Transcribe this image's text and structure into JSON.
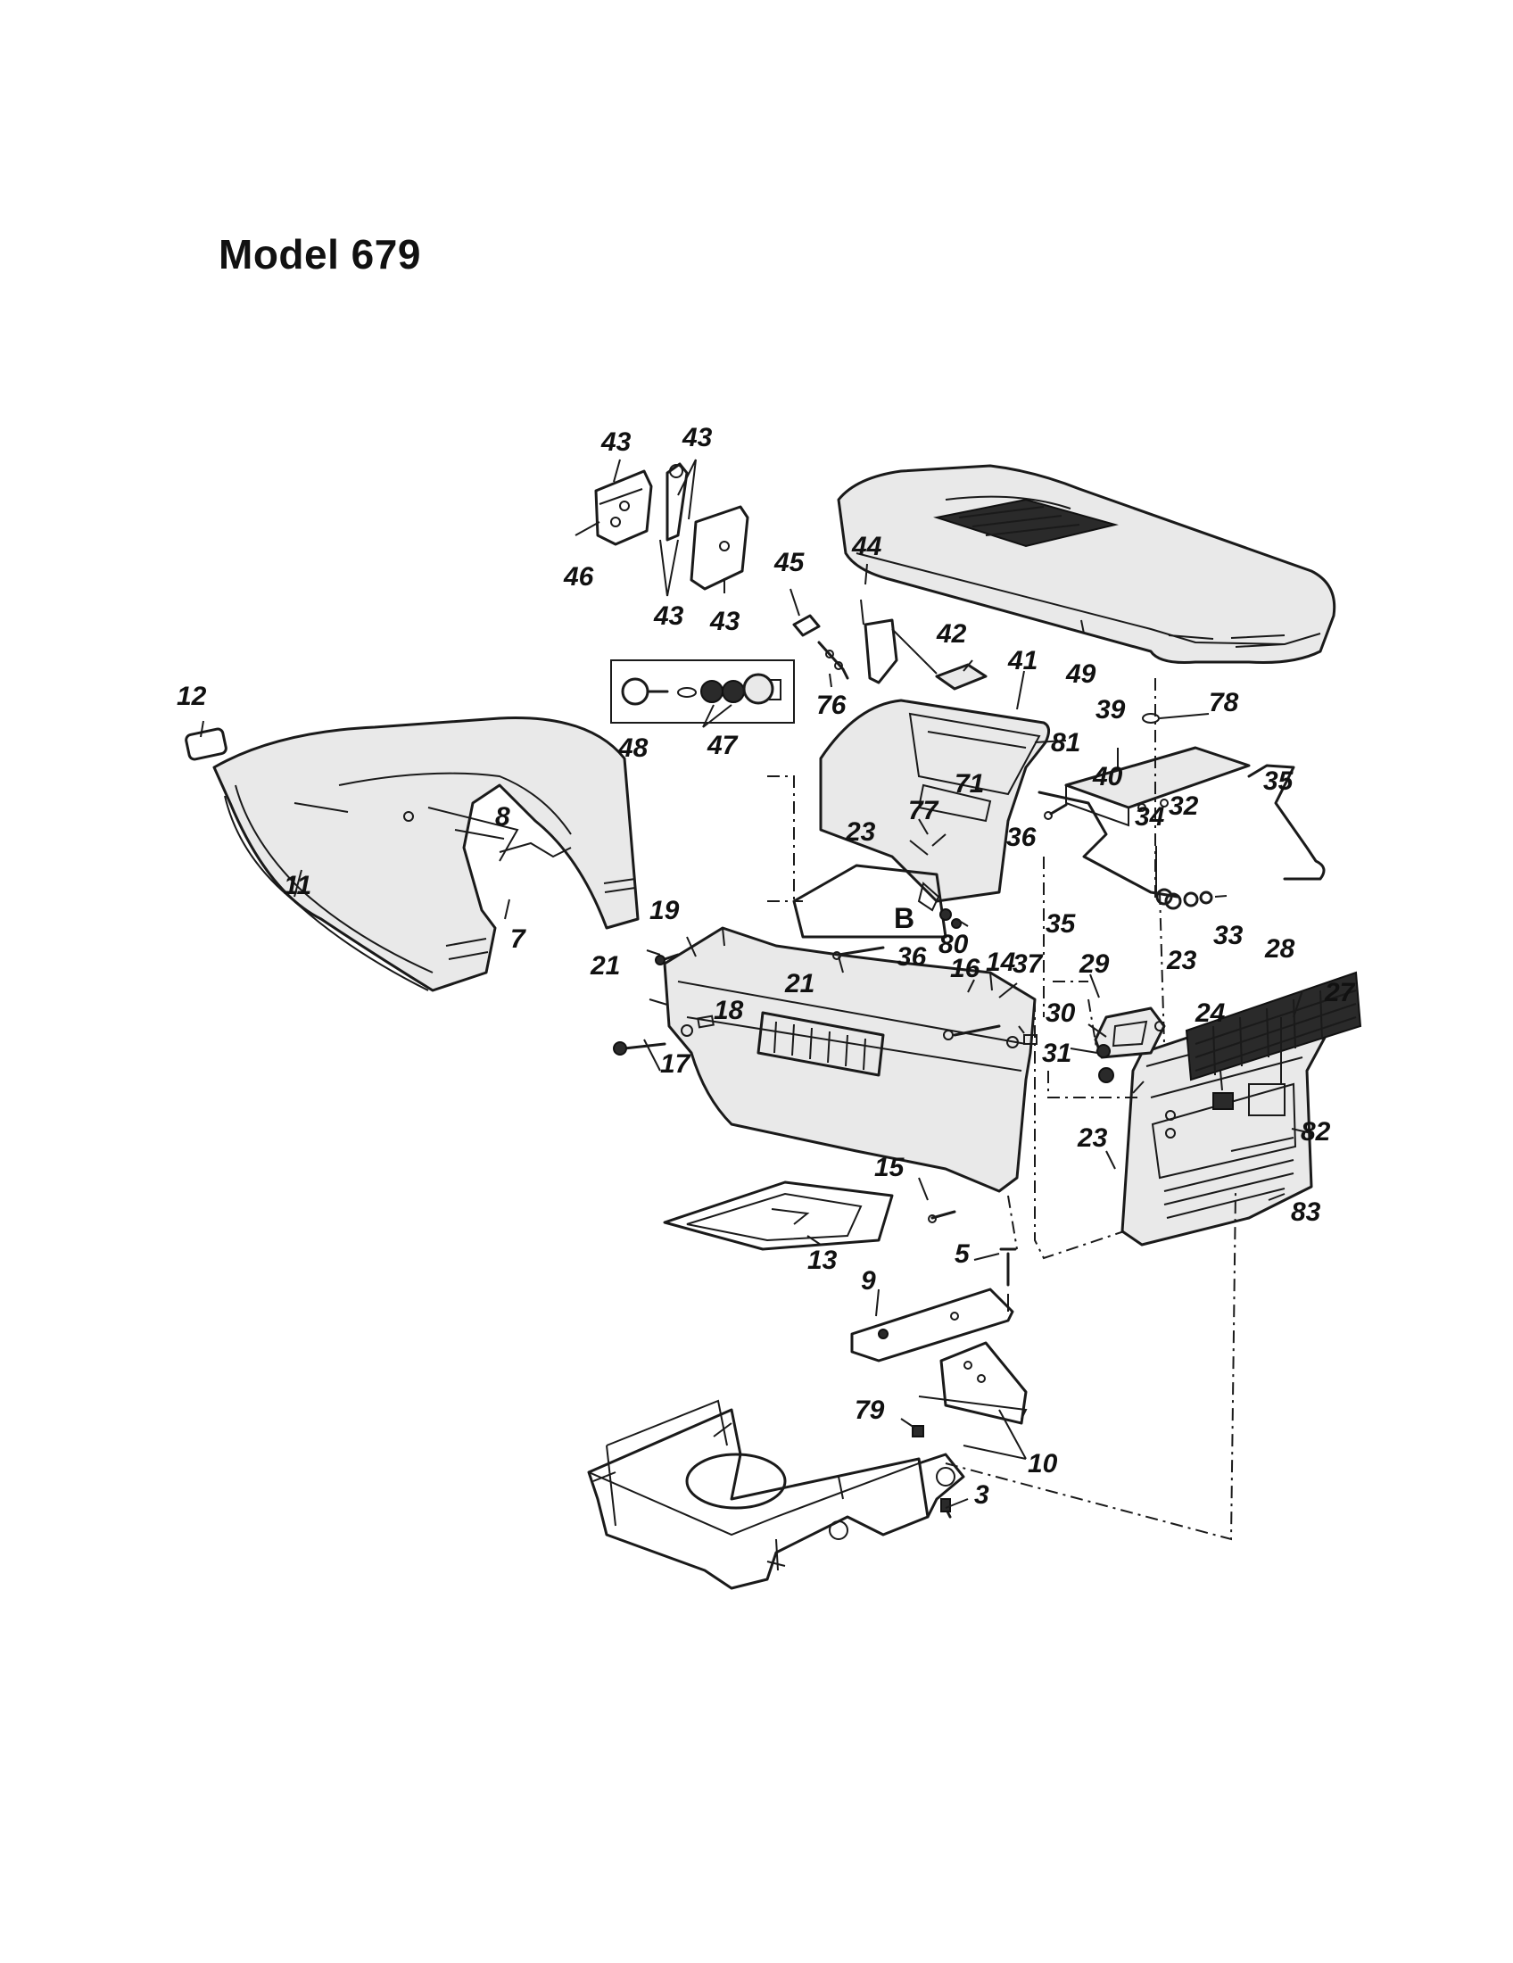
{
  "title": "Model 679",
  "callouts": {
    "c43a": "43",
    "c43b": "43",
    "c43c": "43",
    "c43d": "43",
    "c46": "46",
    "c45": "45",
    "c44": "44",
    "c42": "42",
    "c49": "49",
    "c41": "41",
    "c76": "76",
    "c48": "48",
    "c47": "47",
    "c81": "81",
    "c78": "78",
    "c39": "39",
    "c35a": "35",
    "c35b": "35",
    "c36a": "36",
    "c36b": "36",
    "c40": "40",
    "c34": "34",
    "c32": "32",
    "c33": "33",
    "c77": "77",
    "c71": "71",
    "c23a": "23",
    "c23b": "23",
    "c23c": "23",
    "cB": "B",
    "c80": "80",
    "c12": "12",
    "c8": "8",
    "c11": "11",
    "c7": "7",
    "c19": "19",
    "c21a": "21",
    "c21b": "21",
    "c16": "16",
    "c14": "14",
    "c37": "37",
    "c29": "29",
    "c28": "28",
    "c27": "27",
    "c30": "30",
    "c31": "31",
    "c24": "24",
    "c18": "18",
    "c17": "17",
    "c82": "82",
    "c83": "83",
    "c15": "15",
    "c13": "13",
    "c5": "5",
    "c9": "9",
    "c79": "79",
    "c10": "10",
    "c3": "3"
  }
}
